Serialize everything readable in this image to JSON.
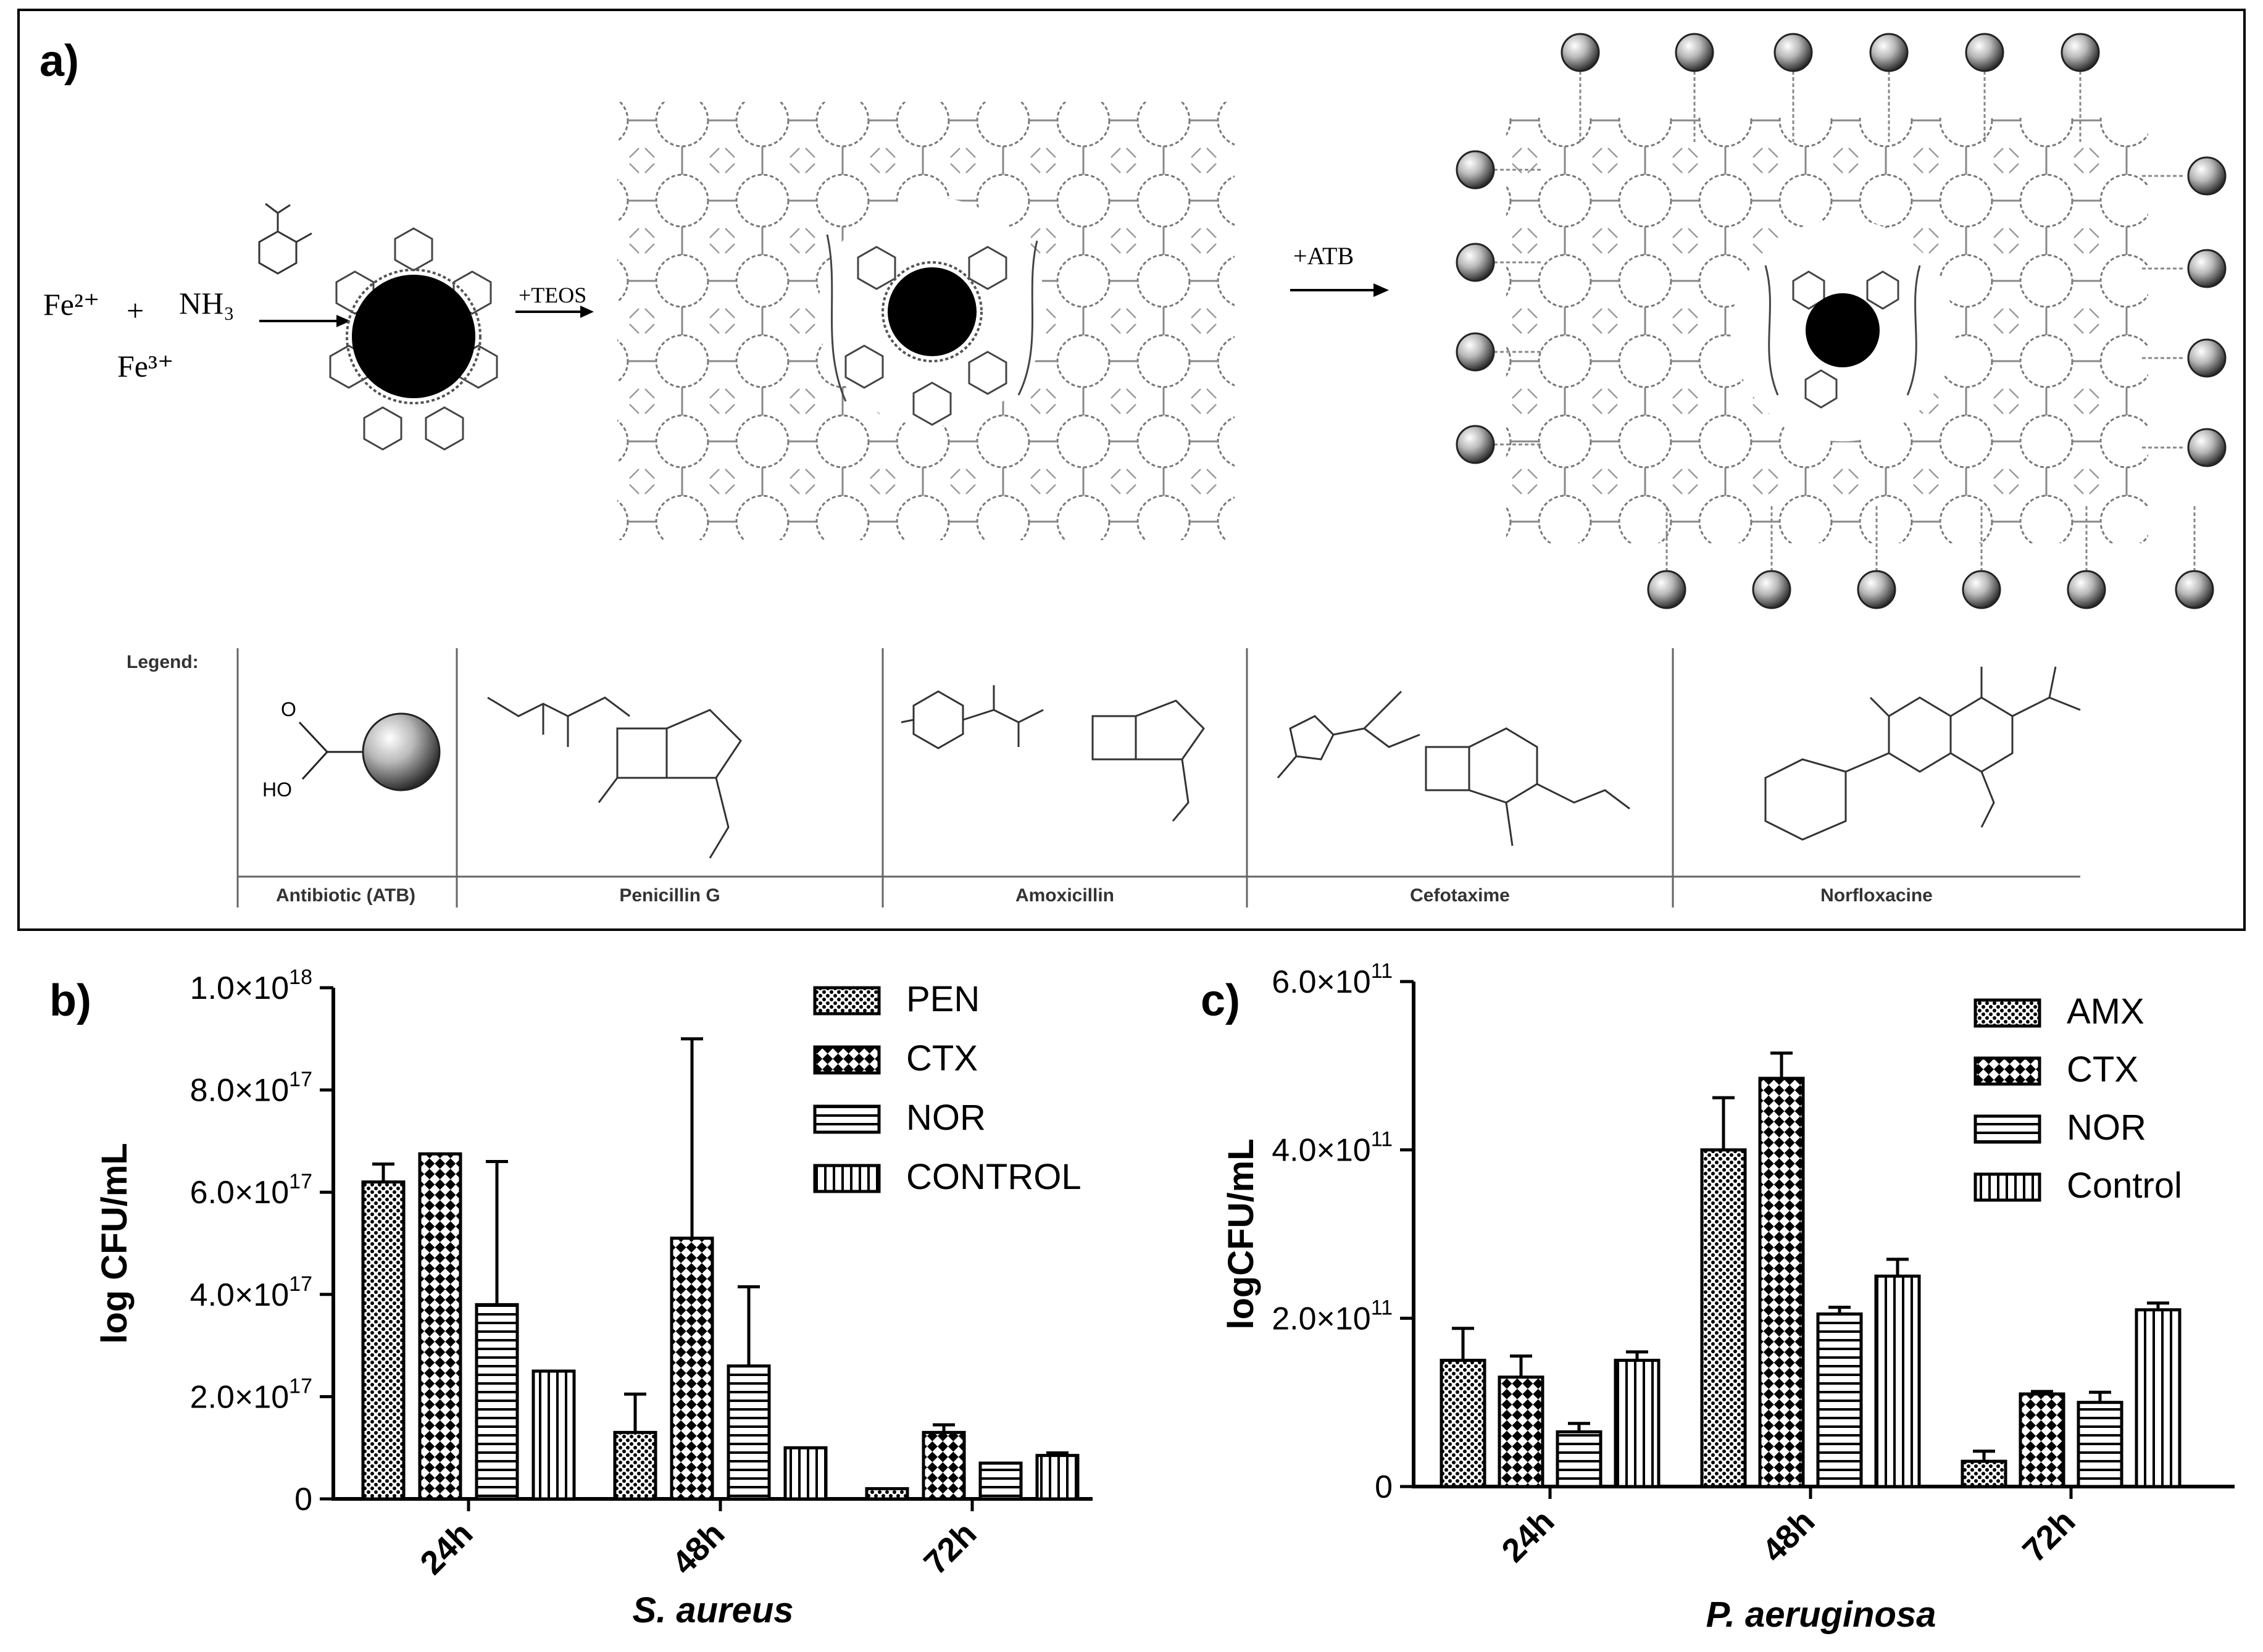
{
  "panel_a": {
    "label": "a)",
    "reaction": {
      "fe2": "Fe²⁺",
      "plus": "+",
      "nh3": "NH₃",
      "fe3": "Fe³⁺",
      "teos": "+TEOS",
      "atb": "+ATB"
    },
    "legend": {
      "title": "Legend:",
      "atb_cooh_o": "O",
      "atb_cooh_ho": "HO",
      "columns": [
        "Antibiotic (ATB)",
        "Penicillin G",
        "Amoxicillin",
        "Cefotaxime",
        "Norfloxacine"
      ]
    }
  },
  "chart_data": [
    {
      "panel": "b)",
      "type": "bar",
      "ylabel": "log CFU/mL",
      "xlabel": "S. aureus",
      "categories": [
        "24h",
        "48h",
        "72h"
      ],
      "ylim": [
        0,
        1e+18
      ],
      "yticks": [
        0,
        2e+17,
        4e+17,
        6e+17,
        8e+17,
        1e+18
      ],
      "ytick_labels": [
        {
          "mant": "0",
          "exp": ""
        },
        {
          "mant": "2.0×10",
          "exp": "17"
        },
        {
          "mant": "4.0×10",
          "exp": "17"
        },
        {
          "mant": "6.0×10",
          "exp": "17"
        },
        {
          "mant": "8.0×10",
          "exp": "17"
        },
        {
          "mant": "1.0×10",
          "exp": "18"
        }
      ],
      "series": [
        {
          "name": "PEN",
          "pattern": "dots",
          "values": [
            6.2e+17,
            1.3e+17,
            2e+16
          ],
          "errors": [
            3.5e+16,
            7.5e+16,
            0
          ]
        },
        {
          "name": "CTX",
          "pattern": "checker",
          "values": [
            6.75e+17,
            5.1e+17,
            1.3e+17
          ],
          "errors": [
            0,
            3.9e+17,
            1.5e+16
          ]
        },
        {
          "name": "NOR",
          "pattern": "hlines",
          "values": [
            3.8e+17,
            2.6e+17,
            7e+16
          ],
          "errors": [
            2.8e+17,
            1.55e+17,
            0
          ]
        },
        {
          "name": "CONTROL",
          "pattern": "vlines",
          "values": [
            2.5e+17,
            1e+17,
            8.5e+16
          ],
          "errors": [
            0,
            0,
            5000000000000000.0
          ]
        }
      ]
    },
    {
      "panel": "c)",
      "type": "bar",
      "ylabel": "logCFU/mL",
      "xlabel": "P. aeruginosa",
      "categories": [
        "24h",
        "48h",
        "72h"
      ],
      "ylim": [
        0,
        600000000000.0
      ],
      "yticks": [
        0,
        200000000000.0,
        400000000000.0,
        600000000000.0
      ],
      "ytick_labels": [
        {
          "mant": "0",
          "exp": ""
        },
        {
          "mant": "2.0×10",
          "exp": "11"
        },
        {
          "mant": "4.0×10",
          "exp": "11"
        },
        {
          "mant": "6.0×10",
          "exp": "11"
        }
      ],
      "series": [
        {
          "name": "AMX",
          "pattern": "dots",
          "values": [
            150000000000.0,
            400000000000.0,
            30000000000.0
          ],
          "errors": [
            38000000000.0,
            62000000000.0,
            12000000000.0
          ]
        },
        {
          "name": "CTX",
          "pattern": "checker",
          "values": [
            130000000000.0,
            485000000000.0,
            110000000000.0
          ],
          "errors": [
            25000000000.0,
            30000000000.0,
            3000000000.0
          ]
        },
        {
          "name": "NOR",
          "pattern": "hlines",
          "values": [
            65000000000.0,
            205000000000.0,
            100000000000.0
          ],
          "errors": [
            10000000000.0,
            8000000000.0,
            12000000000.0
          ]
        },
        {
          "name": "Control",
          "pattern": "vlines",
          "values": [
            150000000000.0,
            250000000000.0,
            210000000000.0
          ],
          "errors": [
            10000000000.0,
            20000000000.0,
            8000000000.0
          ]
        }
      ]
    }
  ]
}
